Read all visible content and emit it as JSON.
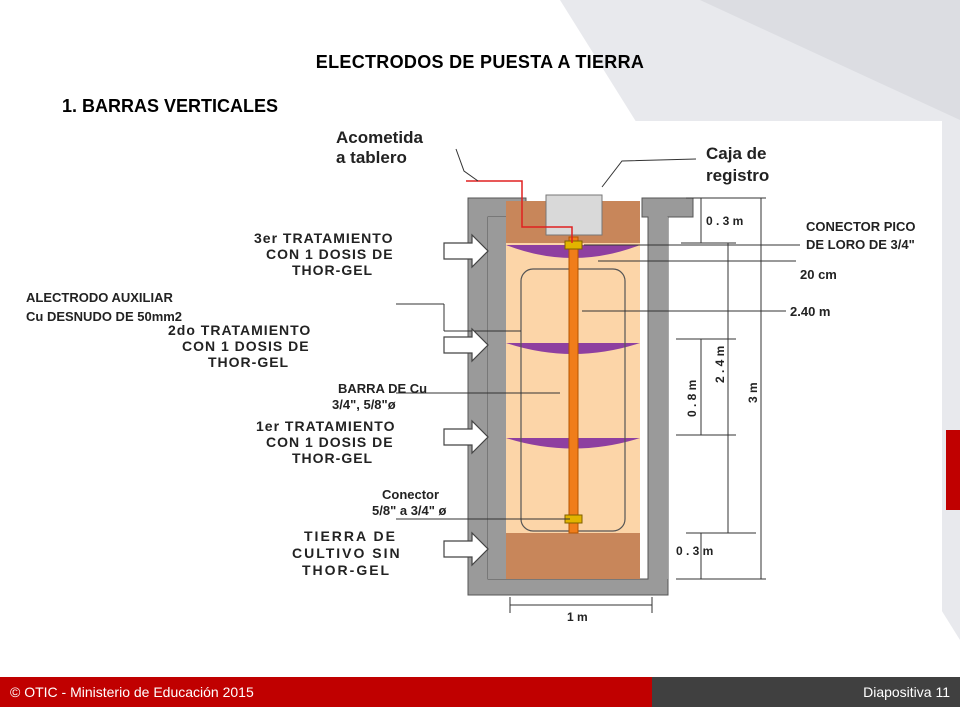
{
  "slide": {
    "title": "ELECTRODOS DE PUESTA A TIERRA",
    "subtitle": "1.   BARRAS VERTICALES"
  },
  "diagram": {
    "labels": {
      "acometida_1": "Acometida",
      "acometida_2": "a tablero",
      "caja_1": "Caja de",
      "caja_2": "registro",
      "conector_pico_1": "CONECTOR PICO",
      "conector_pico_2": "DE LORO DE 3/4\"",
      "dim_20cm": "20 cm",
      "dim_240m": "2.40 m",
      "trat3_1": "3er  TRATAMIENTO",
      "trat3_2": "CON 1 DOSIS DE",
      "trat3_3": "THOR-GEL",
      "aux_1": "ALECTRODO AUXILIAR",
      "aux_2": "Cu DESNUDO DE 50mm2",
      "trat2_1": "2do  TRATAMIENTO",
      "trat2_2": "CON 1 DOSIS DE",
      "trat2_3": "THOR-GEL",
      "barra_1": "BARRA DE Cu",
      "barra_2": "3/4\", 5/8\"ø",
      "trat1_1": "1er  TRATAMIENTO",
      "trat1_2": "CON 1 DOSIS DE",
      "trat1_3": "THOR-GEL",
      "conector_1": "Conector",
      "conector_2": "5/8\" a 3/4\" ø",
      "tierra_1": "TIERRA DE",
      "tierra_2": "CULTIVO SIN",
      "tierra_3": "THOR-GEL",
      "dim_03m_top": "0 . 3 m",
      "dim_08m": "0 . 8 m",
      "dim_24m": "2 . 4 m",
      "dim_3m": "3 m",
      "dim_03m_bottom": "0 . 3 m",
      "dim_1m": "1 m"
    }
  },
  "footer": {
    "left": "© OTIC - Ministerio de Educación 2015",
    "right": "Diapositiva 11"
  },
  "colors": {
    "accent_red": "#c00000",
    "footer_dark": "#404040",
    "wall_gray": "#9a9a9a",
    "soil_brown": "#c8865a",
    "fill_light": "#fcd5a8",
    "gel_purple": "#8e3fa0",
    "rod_orange": "#f07d1a"
  }
}
